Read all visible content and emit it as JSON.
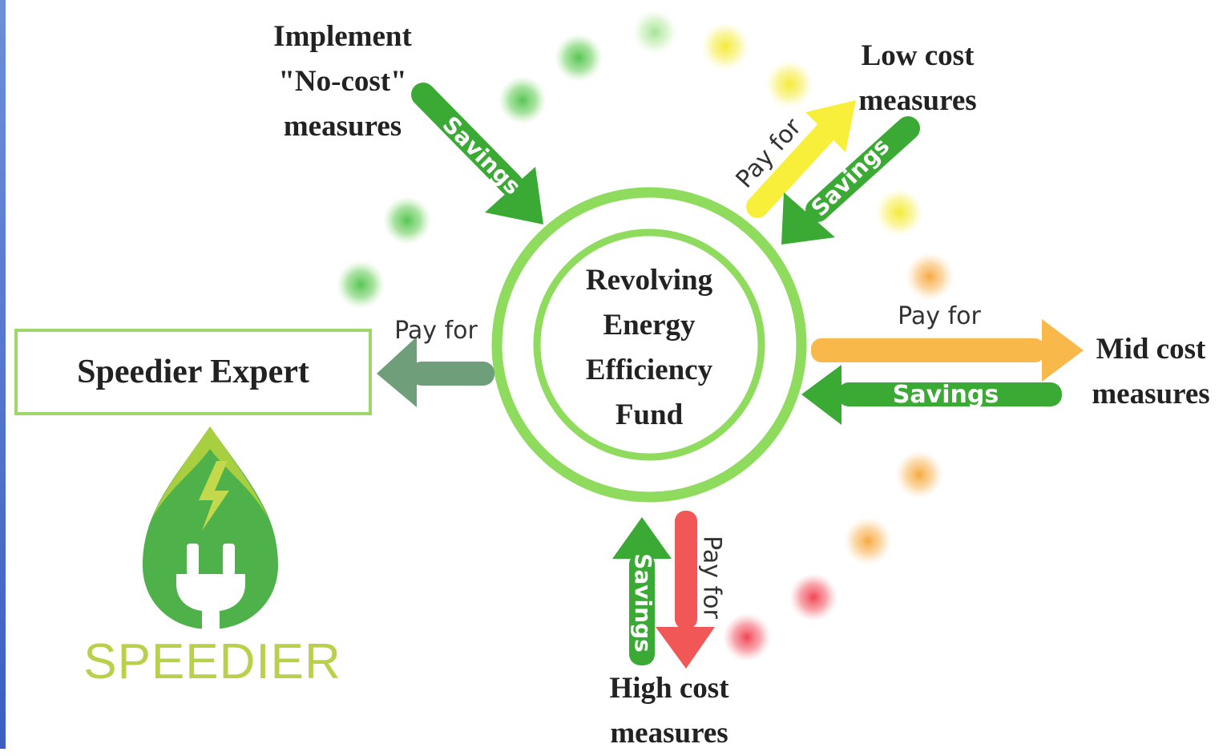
{
  "fund": {
    "line1": "Revolving",
    "line2": "Energy",
    "line3": "Efficiency",
    "line4": "Fund"
  },
  "no_cost": {
    "line1": "Implement",
    "line2": "\"No-cost\"",
    "line3": "measures"
  },
  "low_cost": {
    "line1": "Low cost",
    "line2": "measures"
  },
  "mid_cost": {
    "line1": "Mid cost",
    "line2": "measures"
  },
  "high_cost": {
    "line1": "High cost",
    "line2": "measures"
  },
  "expert": {
    "label": "Speedier Expert"
  },
  "logo": {
    "text": "SPEEDIER"
  },
  "arrows": {
    "savings": "Savings",
    "pay_for": "Pay for"
  },
  "colors": {
    "green": "#3aaa35",
    "light_green": "#8fdb5e",
    "yellow": "#f7ef3a",
    "orange": "#f9b84a",
    "red": "#f25757",
    "grey_green": "#6f9e7a",
    "logo_green": "#4fb14a",
    "logo_lime": "#b7d24a"
  }
}
